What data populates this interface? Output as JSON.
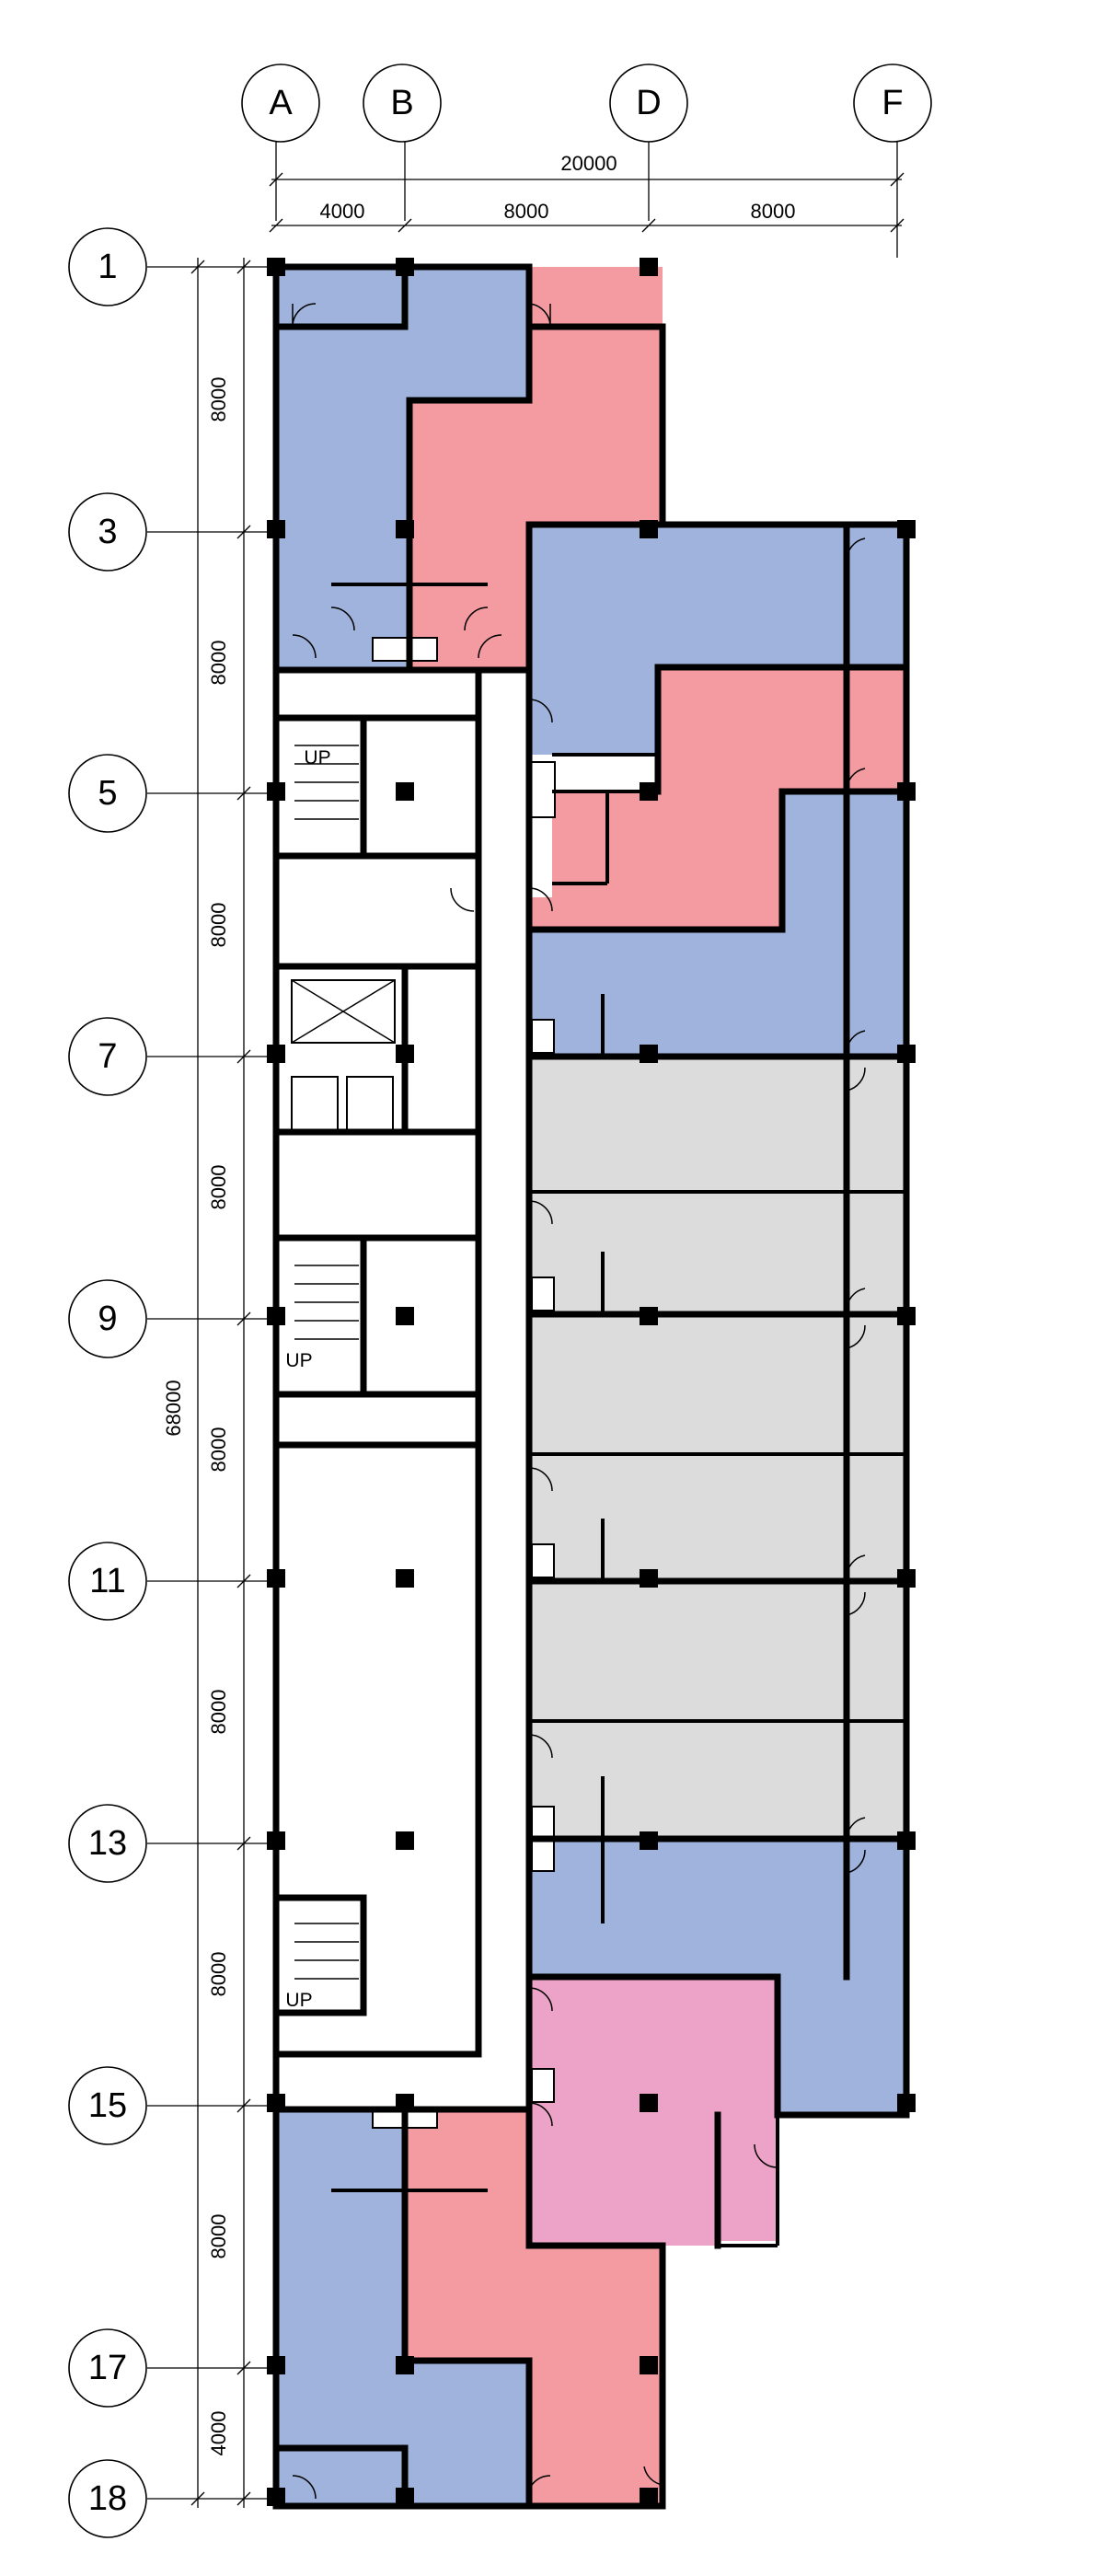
{
  "grid_columns": [
    "A",
    "B",
    "D",
    "F"
  ],
  "grid_rows": [
    "1",
    "3",
    "5",
    "7",
    "9",
    "11",
    "13",
    "15",
    "17",
    "18"
  ],
  "top_overall_dimension": "20000",
  "top_bay_dimensions": [
    "4000",
    "8000",
    "8000"
  ],
  "left_bay_dimensions": [
    "8000",
    "8000",
    "8000",
    "8000",
    "8000",
    "8000",
    "8000",
    "8000",
    "4000"
  ],
  "left_overall_dimension": "68000",
  "stair_labels": [
    "UP",
    "UP",
    "UP"
  ],
  "colors": {
    "unit_blue": "#9fb3dd",
    "unit_red": "#f39ba0",
    "unit_grey": "#dcdcdc",
    "unit_pink": "#eca3c7",
    "wall": "#000000"
  }
}
